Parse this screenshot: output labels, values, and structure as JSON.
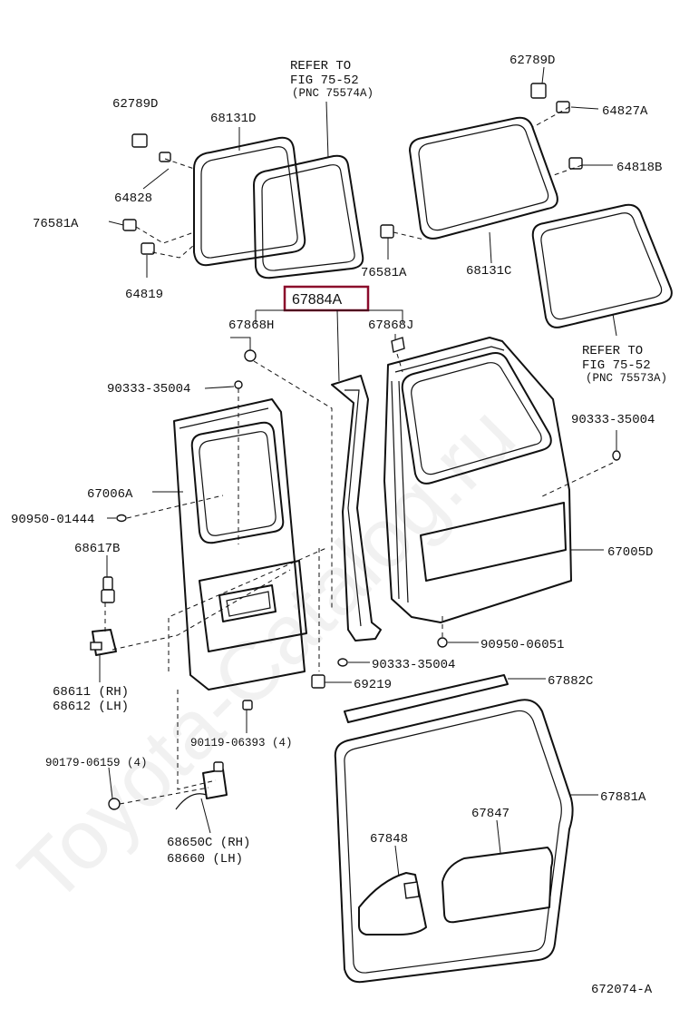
{
  "watermark": "Toyota-Catalog.ru",
  "diagram_id": "672074-A",
  "refer_upper": [
    "REFER TO",
    "FIG 75-52",
    "(PNC 75574A)"
  ],
  "refer_lower": [
    "REFER TO",
    "FIG 75-52",
    "(PNC 75573A)"
  ],
  "highlight_color": "#8b0a2b",
  "labels": {
    "p62789d_left": "62789D",
    "p62789d_right": "62789D",
    "p68131d": "68131D",
    "p64827a": "64827A",
    "p64818b": "64818B",
    "p64828": "64828",
    "p76581a_left": "76581A",
    "p76581a_mid": "76581A",
    "p68131c": "68131C",
    "p64819": "64819",
    "p67884a": "67884A",
    "p67868h": "67868H",
    "p67868j": "67868J",
    "p90333_35004_left": "90333-35004",
    "p90333_35004_right": "90333-35004",
    "p90333_35004_bottom": "90333-35004",
    "p67006a": "67006A",
    "p90950_01444": "90950-01444",
    "p68617b": "68617B",
    "p67005d": "67005D",
    "p90950_06051": "90950-06051",
    "p69219": "69219",
    "p67882c": "67882C",
    "p68611": "68611 (RH)",
    "p68612": "68612 (LH)",
    "p90119_06393": "90119-06393 (4)",
    "p90179_06159": "90179-06159 (4)",
    "p67881a": "67881A",
    "p67847": "67847",
    "p67848": "67848",
    "p68650c": "68650C (RH)",
    "p68660": "68660  (LH)"
  }
}
